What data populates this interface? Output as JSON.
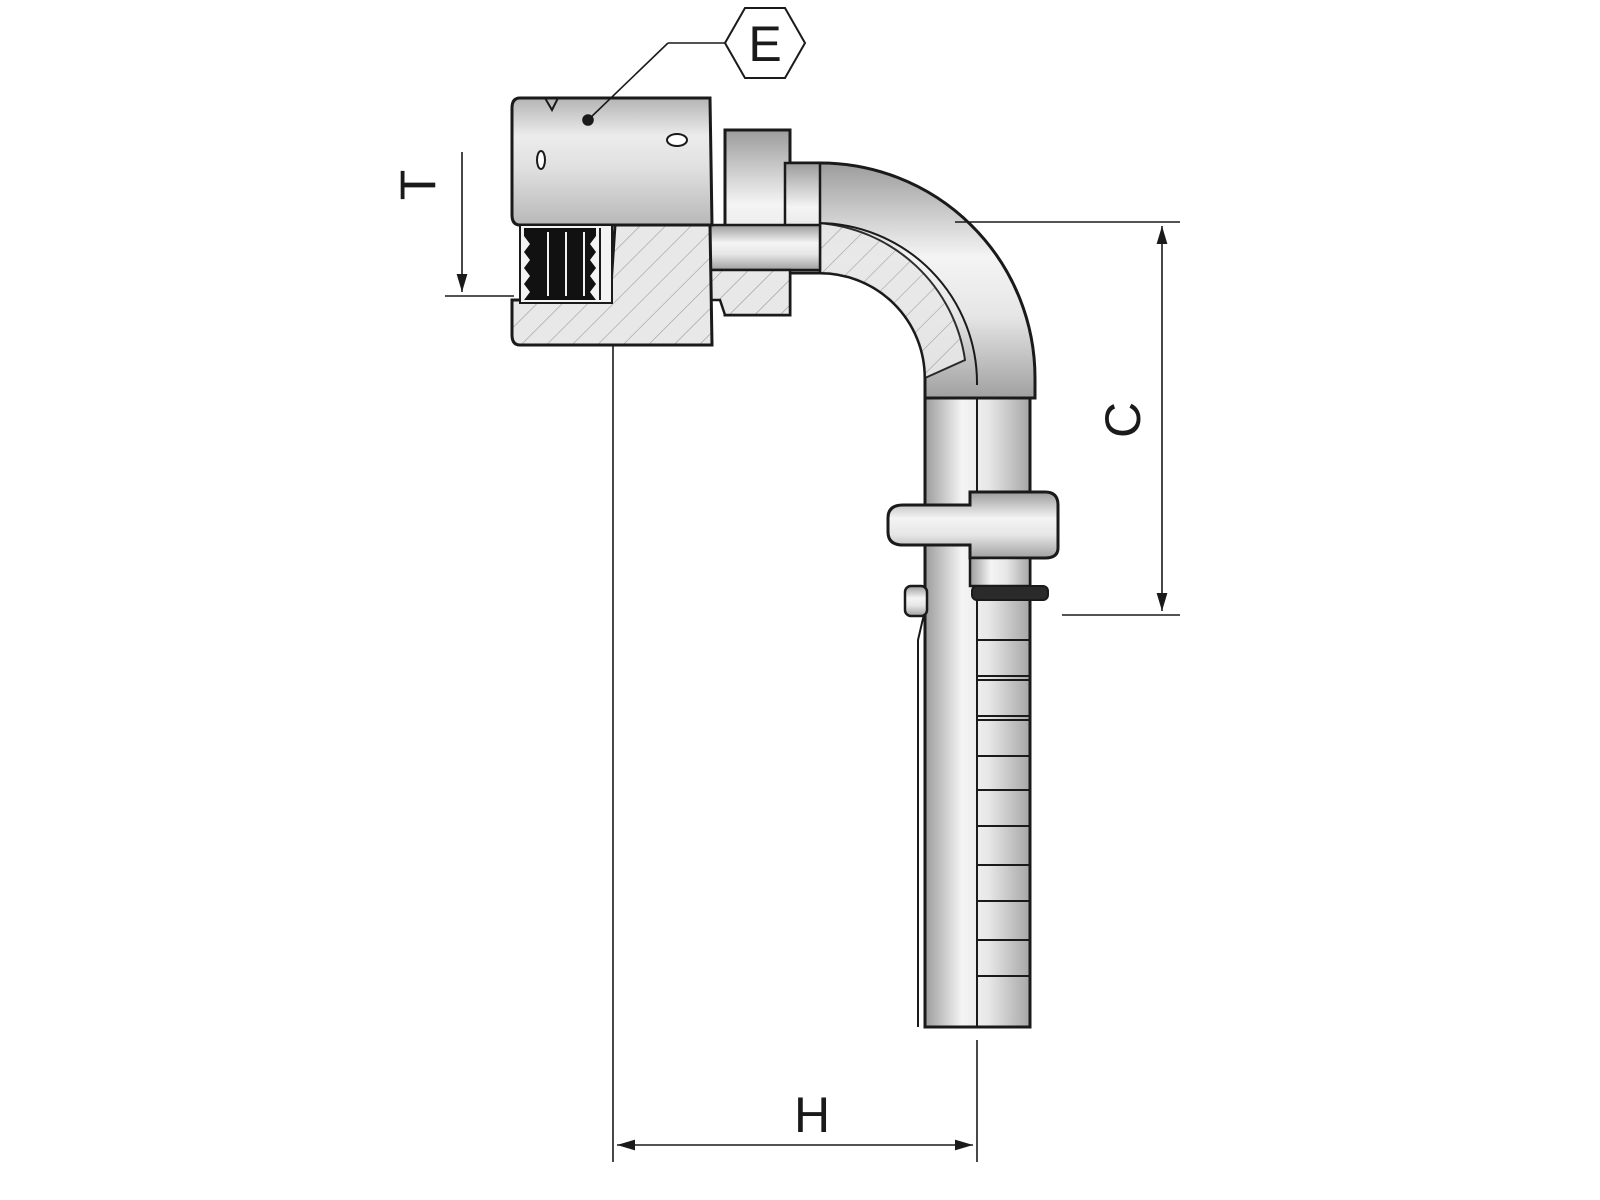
{
  "drawing": {
    "labels": {
      "hex": "E",
      "thread": "T",
      "height_c": "C",
      "offset_h": "H"
    },
    "colors": {
      "steel_light": "#f2f2f2",
      "steel_mid": "#d0d0d0",
      "steel_dark": "#a8a8a8",
      "outline": "#1a1a1a",
      "thread_black": "#111111"
    }
  }
}
